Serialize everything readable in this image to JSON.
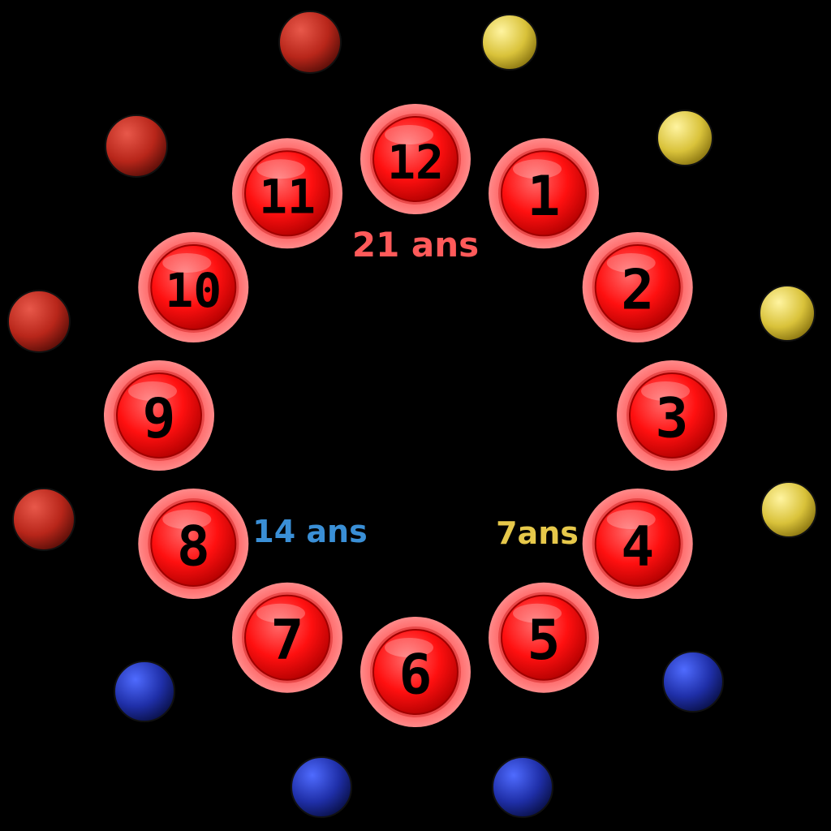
{
  "clock": {
    "hours": [
      "12",
      "1",
      "2",
      "3",
      "4",
      "5",
      "6",
      "7",
      "8",
      "9",
      "10",
      "11"
    ],
    "button_color": "#ff0000",
    "halo_color": "#ff6b6b",
    "text_color": "#000000"
  },
  "age_labels": [
    {
      "text": "21 ans",
      "color": "#ff5a5a"
    },
    {
      "text": "14 ans",
      "color": "#3a8fd6"
    },
    {
      "text": "7ans",
      "color": "#e6c84a"
    }
  ],
  "marbles": [
    {
      "color": "red"
    },
    {
      "color": "red"
    },
    {
      "color": "red"
    },
    {
      "color": "red"
    },
    {
      "color": "yellow"
    },
    {
      "color": "yellow"
    },
    {
      "color": "yellow"
    },
    {
      "color": "yellow"
    },
    {
      "color": "blue"
    },
    {
      "color": "blue"
    },
    {
      "color": "blue"
    },
    {
      "color": "blue"
    }
  ],
  "palette": {
    "red": "#b8261a",
    "yellow": "#d9c23a",
    "blue": "#1f2fa8"
  }
}
